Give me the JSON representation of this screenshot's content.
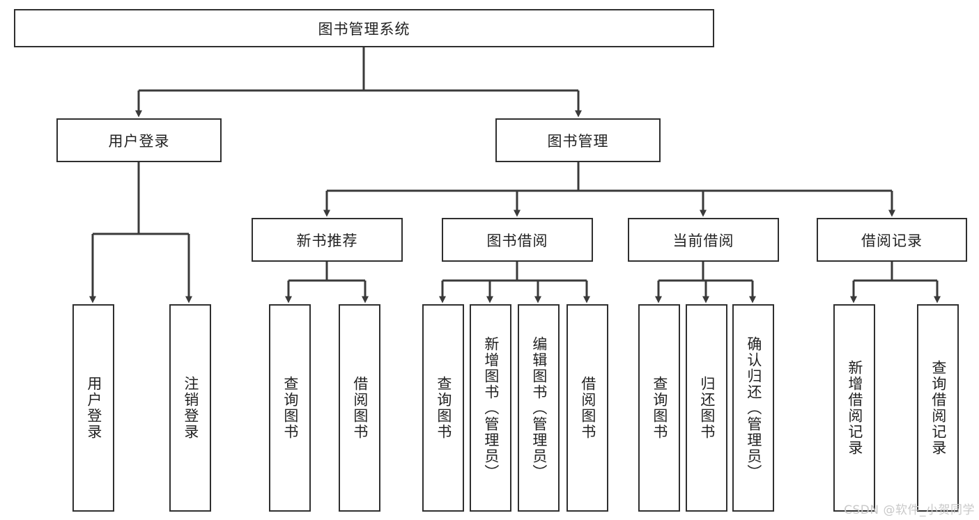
{
  "diagram": {
    "title_box": {
      "label": "图书管理系统"
    },
    "level2": [
      {
        "id": "user-login",
        "label": "用户登录"
      },
      {
        "id": "book-manage",
        "label": "图书管理"
      }
    ],
    "level3": [
      {
        "id": "new-book-recommend",
        "label": "新书推荐"
      },
      {
        "id": "book-borrow",
        "label": "图书借阅"
      },
      {
        "id": "current-borrow",
        "label": "当前借阅"
      },
      {
        "id": "borrow-record",
        "label": "借阅记录"
      }
    ],
    "leaves": [
      {
        "id": "leaf-user-login",
        "label": "用户登录"
      },
      {
        "id": "leaf-logout-login",
        "label": "注销登录"
      },
      {
        "id": "leaf-query-book-1",
        "label": "查询图书"
      },
      {
        "id": "leaf-borrow-book-1",
        "label": "借阅图书"
      },
      {
        "id": "leaf-query-book-2",
        "label": "查询图书"
      },
      {
        "id": "leaf-add-book-admin",
        "label": "新增图书（管理员）"
      },
      {
        "id": "leaf-edit-book-admin",
        "label": "编辑图书（管理员）"
      },
      {
        "id": "leaf-borrow-book-2",
        "label": "借阅图书"
      },
      {
        "id": "leaf-query-book-3",
        "label": "查询图书"
      },
      {
        "id": "leaf-return-book",
        "label": "归还图书"
      },
      {
        "id": "leaf-confirm-return-admin",
        "label": "确认归还（管理员）"
      },
      {
        "id": "leaf-add-borrow-record",
        "label": "新增借阅记录"
      },
      {
        "id": "leaf-query-borrow-record",
        "label": "查询借阅记录"
      }
    ],
    "watermark": "CSDN @软件_小贺同学",
    "colors": {
      "box_border": "#2f2f2f",
      "box_fill": "#ffffff",
      "connector": "#3a3a3a",
      "text": "#222222",
      "watermark": "#c9c9c9",
      "background": "#ffffff"
    }
  }
}
